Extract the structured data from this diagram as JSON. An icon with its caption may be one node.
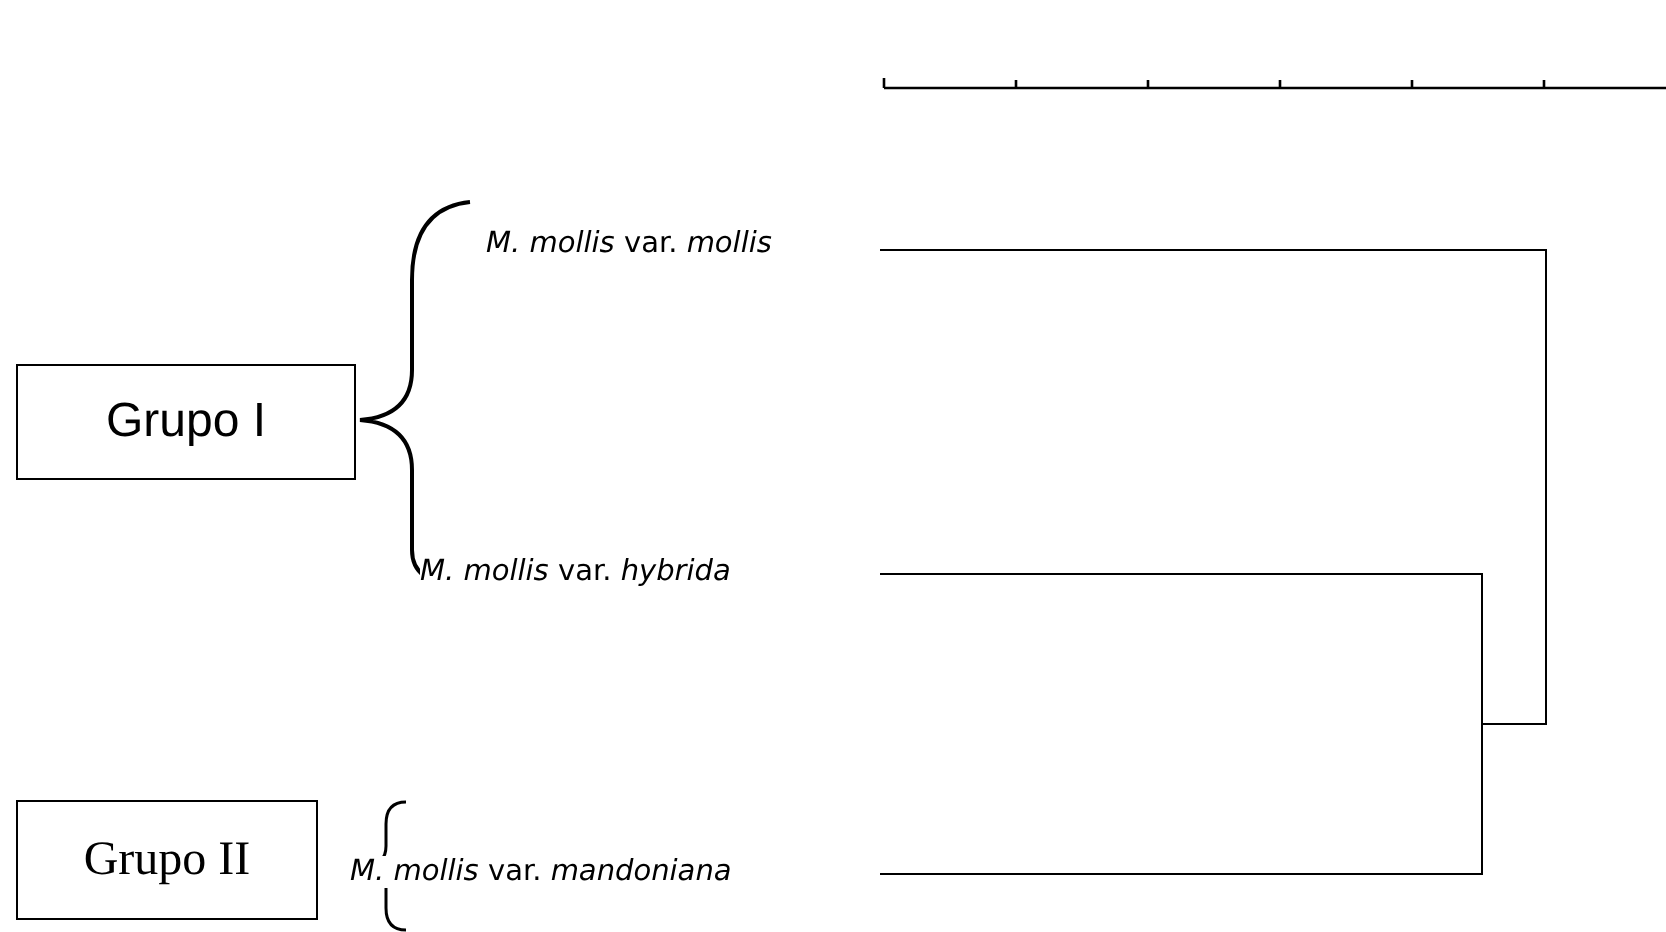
{
  "diagram": {
    "nodes": [
      {
        "text": [
          "Grupo I"
        ]
      },
      {
        "text": [
          "Grupo II"
        ]
      }
    ],
    "labels": [
      "*M. mollis* var. *mollis*",
      "*M. mollis* var. *hybrida*",
      "*M. mollis* var. *mandoniana*"
    ]
  }
}
